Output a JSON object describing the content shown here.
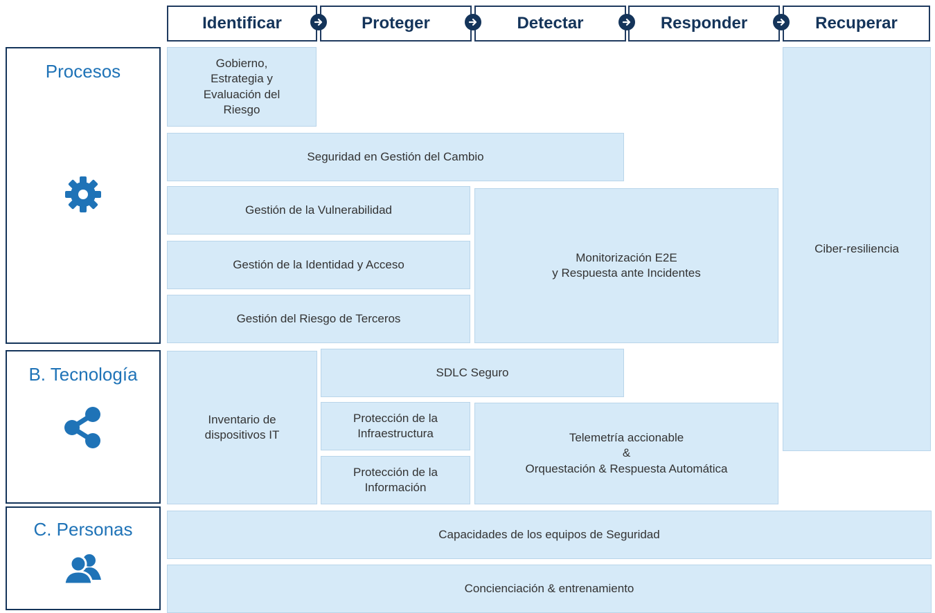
{
  "phases": [
    "Identificar",
    "Proteger",
    "Detectar",
    "Responder",
    "Recuperar"
  ],
  "rows": {
    "procesos": "Procesos",
    "tecnologia": "B. Tecnología",
    "personas": "C. Personas"
  },
  "icons": {
    "procesos": "gear-icon",
    "tecnologia": "share-icon",
    "personas": "users-icon",
    "arrow": "arrow-right-circle-icon"
  },
  "cells": {
    "gobierno": "Gobierno,\nEstrategia y\nEvaluación del\nRiesgo",
    "cambio": "Seguridad en Gestión del Cambio",
    "vulnerabilidad": "Gestión de la Vulnerabilidad",
    "identidad": "Gestión de la Identidad y Acceso",
    "terceros": "Gestión del Riesgo de Terceros",
    "monitorizacion": "Monitorización E2E\ny Respuesta ante Incidentes",
    "ciberresiliencia": "Ciber-resiliencia",
    "inventario": "Inventario de\ndispositivos IT",
    "sdlc": "SDLC Seguro",
    "infraestructura": "Protección de la\nInfraestructura",
    "informacion": "Protección de la\nInformación",
    "telemetria": "Telemetría accionable\n&\nOrquestación & Respuesta Automática",
    "capacidades": "Capacidades de los equipos de Seguridad",
    "concienciacion": "Concienciación & entrenamiento"
  },
  "colors": {
    "header_border": "#1f3a5f",
    "header_text": "#14345a",
    "row_title": "#1f73b7",
    "cell_fill": "#d6eaf8"
  }
}
